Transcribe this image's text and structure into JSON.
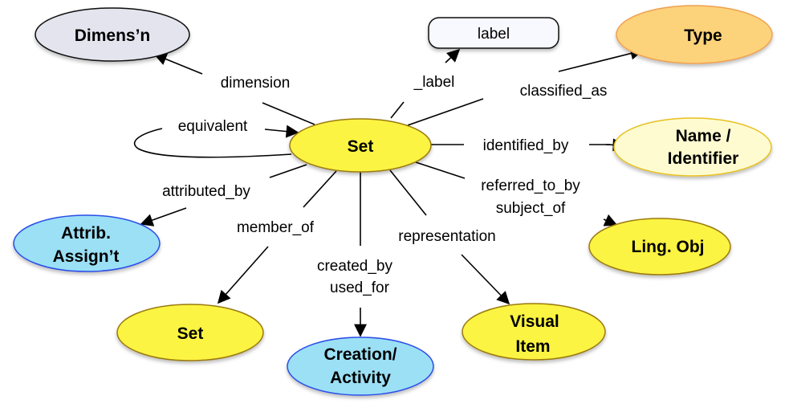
{
  "diagram": {
    "center": {
      "label": "Set",
      "fill": "#fcf442",
      "stroke": "#9a7a10"
    },
    "nodes": {
      "dimension": {
        "label": "Dimens’n",
        "fill": "#e4e4ee",
        "stroke": "#111111"
      },
      "label": {
        "label": "label",
        "fill": "#f8f8ff",
        "stroke": "#111111"
      },
      "type": {
        "label": "Type",
        "fill": "#fcd37a",
        "stroke": "#f0a050"
      },
      "name": {
        "line1": "Name /",
        "line2": "Identifier",
        "fill": "#fefbd0",
        "stroke": "#e8c020"
      },
      "ling": {
        "label": "Ling. Obj",
        "fill": "#fcf442",
        "stroke": "#9a7a10"
      },
      "visual": {
        "line1": "Visual",
        "line2": "Item",
        "fill": "#fcf442",
        "stroke": "#9a7a10"
      },
      "creation": {
        "line1": "Creation/",
        "line2": "Activity",
        "fill": "#9be0f5",
        "stroke": "#2a4ee8"
      },
      "set2": {
        "label": "Set",
        "fill": "#fcf442",
        "stroke": "#9a7a10"
      },
      "attrib": {
        "line1": "Attrib.",
        "line2": "Assign’t",
        "fill": "#9be0f5",
        "stroke": "#2a4ee8"
      }
    },
    "edges": {
      "dimension": "dimension",
      "label": "_label",
      "classified_as": "classified_as",
      "identified_by": "identified_by",
      "referred_line1": "referred_to_by",
      "referred_line2": "subject_of",
      "representation": "representation",
      "created_line1": "created_by",
      "created_line2": "used_for",
      "member_of": "member_of",
      "attributed_by": "attributed_by",
      "equivalent": "equivalent"
    }
  }
}
